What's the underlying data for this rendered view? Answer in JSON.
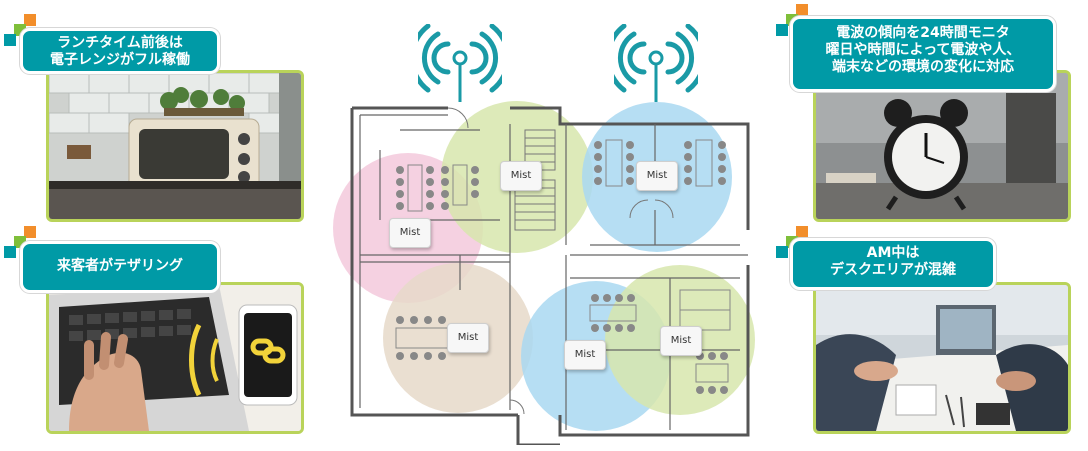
{
  "callouts": {
    "microwave": {
      "lines": [
        "ランチタイム前後は",
        "電子レンジがフル稼働"
      ]
    },
    "visitor": {
      "lines": [
        "来客者がテザリング"
      ]
    },
    "monitoring": {
      "lines": [
        "電波の傾向を24時間モニタ",
        "曜日や時間によって電波や人、",
        "端末などの環境の変化に対応"
      ]
    },
    "meeting": {
      "lines": [
        "AM中は",
        "デスクエリアが混雑"
      ]
    }
  },
  "access_points": [
    {
      "label": "Mist",
      "zone": "pink"
    },
    {
      "label": "Mist",
      "zone": "green-top"
    },
    {
      "label": "Mist",
      "zone": "blue-top"
    },
    {
      "label": "Mist",
      "zone": "beige"
    },
    {
      "label": "Mist",
      "zone": "blue-bottom"
    },
    {
      "label": "Mist",
      "zone": "green-bottom"
    }
  ],
  "colors": {
    "accent": "#009aa6",
    "photo_border": "#b9d35a",
    "zone_pink": "#f3c9dc",
    "zone_green": "#d7e6ad",
    "zone_blue": "#a9d8f1",
    "zone_beige": "#e6d9c9",
    "wifi": "#1a9aa6"
  },
  "icons": {
    "wifi": "wifi-signal-icon",
    "microwave": "microwave-photo",
    "laptop": "laptop-phone-photo",
    "clock": "alarm-clock-photo",
    "meeting": "meeting-photo"
  }
}
